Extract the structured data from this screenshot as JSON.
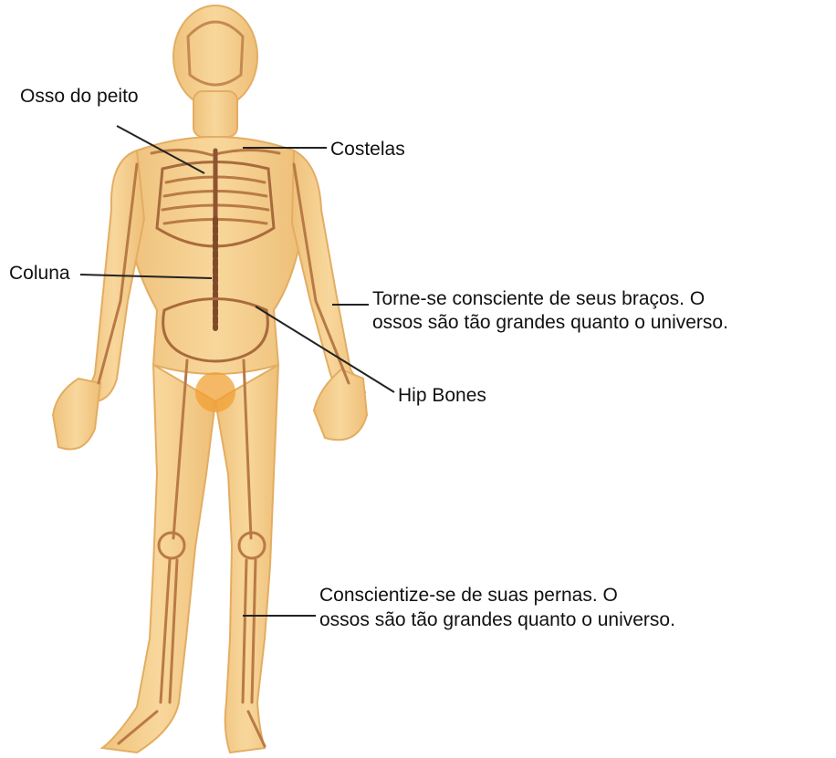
{
  "colors": {
    "skin": "#f6cf8d",
    "skin_shade": "#e9b66d",
    "bone": "#c98d4f",
    "bone_dark": "#9c5f35",
    "organ": "#f0a033",
    "leader_line": "#222222"
  },
  "labels": {
    "sternum": "Osso do peito",
    "ribs": "Costelas",
    "spine": "Coluna",
    "arms_line1": "Torne-se consciente de seus braços. O",
    "arms_line2": "ossos são tão grandes quanto o universo.",
    "hip": "Hip Bones",
    "legs_line1": "Conscientize-se de suas pernas. O",
    "legs_line2": "ossos são tão grandes quanto o universo."
  }
}
